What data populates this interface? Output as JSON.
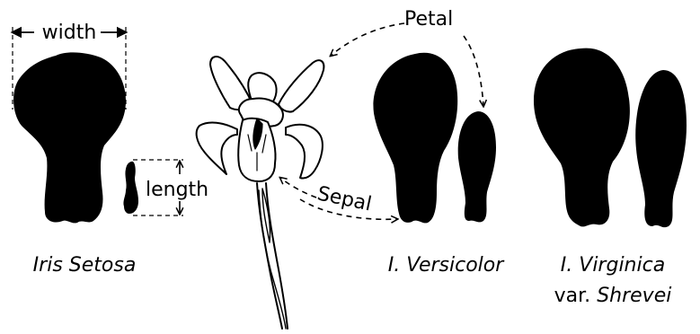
{
  "labels": {
    "width": "width",
    "length": "length",
    "petal": "Petal",
    "sepal": "Sepal"
  },
  "species": {
    "setosa": "Iris Setosa",
    "versicolor": "I. Versicolor",
    "virginica": "I. Virginica",
    "virginica_var_prefix": "var.",
    "virginica_var_name": "Shrevei"
  },
  "colors": {
    "ink": "#000000",
    "background": "#ffffff"
  },
  "icons": [
    "setosa-sepal-icon",
    "setosa-petal-icon",
    "iris-flower-drawing-icon",
    "versicolor-sepal-icon",
    "versicolor-petal-icon",
    "virginica-sepal-icon",
    "virginica-petal-icon"
  ]
}
